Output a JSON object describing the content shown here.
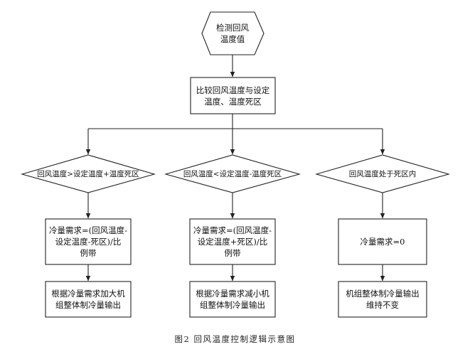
{
  "flowchart": {
    "start": [
      "检测回风",
      "温度值"
    ],
    "compare": [
      "比较回风温度与设定",
      "温度、温度死区"
    ],
    "decisions": [
      [
        "回风温度>设定温度+温度死区"
      ],
      [
        "回风温度<设定温度-温度死区"
      ],
      [
        "回风温度处于死区内"
      ]
    ],
    "demands": [
      [
        "冷量需求=(回风温度-",
        "设定温度-死区)/比",
        "例带"
      ],
      [
        "冷量需求=(回风温度-",
        "设定温度+死区)/比",
        "例带"
      ],
      [
        "冷量需求=0"
      ]
    ],
    "outputs": [
      [
        "根据冷量需求加大机",
        "组整体制冷量输出"
      ],
      [
        "根据冷量需求减小机",
        "组整体制冷量输出"
      ],
      [
        "机组整体制冷量输出",
        "维持不变"
      ]
    ]
  },
  "caption": "图2   回风温度控制逻辑示意图"
}
